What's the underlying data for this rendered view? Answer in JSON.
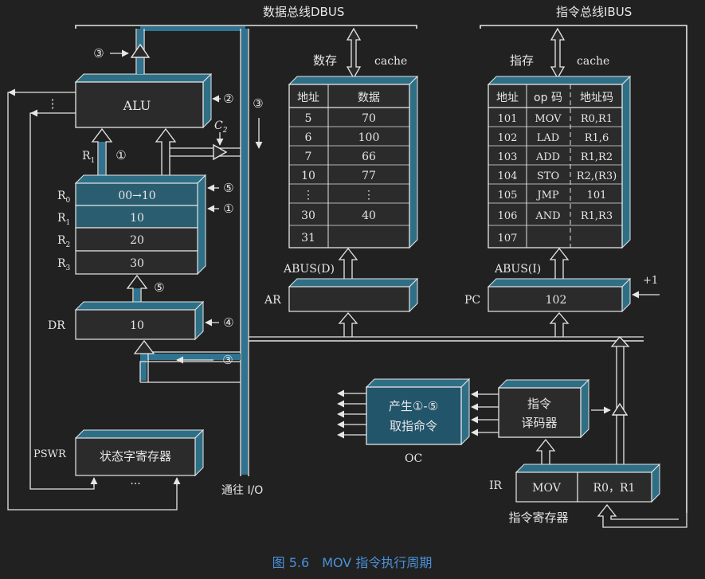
{
  "colors": {
    "background": "#212121",
    "line": "#e6e6e6",
    "register_face": "#2b2b2b",
    "register_top": "#2f6f86",
    "register_highlight": "#2a5d6f",
    "bus_highlight": "#2f7390",
    "oc_fill": "#22546a",
    "caption": "#4a90d9"
  },
  "buses": {
    "dbus_label": "数据总线DBUS",
    "ibus_label": "指令总线IBUS",
    "abus_d_label": "ABUS(D)",
    "abus_i_label": "ABUS(I)",
    "io_label": "通往 I/O"
  },
  "alu": {
    "label": "ALU",
    "dots": "⋮"
  },
  "signals": {
    "s1": "①",
    "s2": "②",
    "s3": "③",
    "s4": "④",
    "s5": "⑤",
    "c2_letter": "C",
    "c2_sub": "2",
    "r1_letter": "R",
    "r1_sub": "1"
  },
  "registers": {
    "rows": [
      {
        "name": "R",
        "sub": "0",
        "value": "00→10",
        "highlight": true
      },
      {
        "name": "R",
        "sub": "1",
        "value": "10",
        "highlight": true
      },
      {
        "name": "R",
        "sub": "2",
        "value": "20",
        "highlight": false
      },
      {
        "name": "R",
        "sub": "3",
        "value": "30",
        "highlight": false
      }
    ]
  },
  "dr": {
    "label": "DR",
    "value": "10"
  },
  "pswr": {
    "label": "PSWR",
    "text": "状态字寄存器",
    "dots": "···"
  },
  "data_cache": {
    "title_left": "数存",
    "title_right": "cache",
    "headers": [
      "地址",
      "数据"
    ],
    "rows": [
      [
        "5",
        "70"
      ],
      [
        "6",
        "100"
      ],
      [
        "7",
        "66"
      ],
      [
        "10",
        "77"
      ],
      [
        "⋮",
        "⋮"
      ],
      [
        "30",
        "40"
      ],
      [
        "31",
        ""
      ]
    ]
  },
  "ar": {
    "label": "AR",
    "value": ""
  },
  "instr_cache": {
    "title_left": "指存",
    "title_right": "cache",
    "headers": [
      "地址",
      "op 码",
      "地址码"
    ],
    "rows": [
      [
        "101",
        "MOV",
        "R0,R1"
      ],
      [
        "102",
        "LAD",
        "R1,6"
      ],
      [
        "103",
        "ADD",
        "R1,R2"
      ],
      [
        "104",
        "STO",
        "R2,(R3)"
      ],
      [
        "105",
        "JMP",
        "101"
      ],
      [
        "106",
        "AND",
        "R1,R3"
      ],
      [
        "107",
        "",
        ""
      ]
    ]
  },
  "pc": {
    "label": "PC",
    "value": "102",
    "increment": "+1"
  },
  "oc": {
    "line1": "产生①-⑤",
    "line2": "取指命令",
    "label": "OC"
  },
  "decoder": {
    "line1": "指令",
    "line2": "译码器"
  },
  "ir": {
    "label": "IR",
    "op": "MOV",
    "addr": "R0，R1",
    "caption": "指令寄存器"
  },
  "figure_caption": "图 5.6　MOV 指令执行周期"
}
